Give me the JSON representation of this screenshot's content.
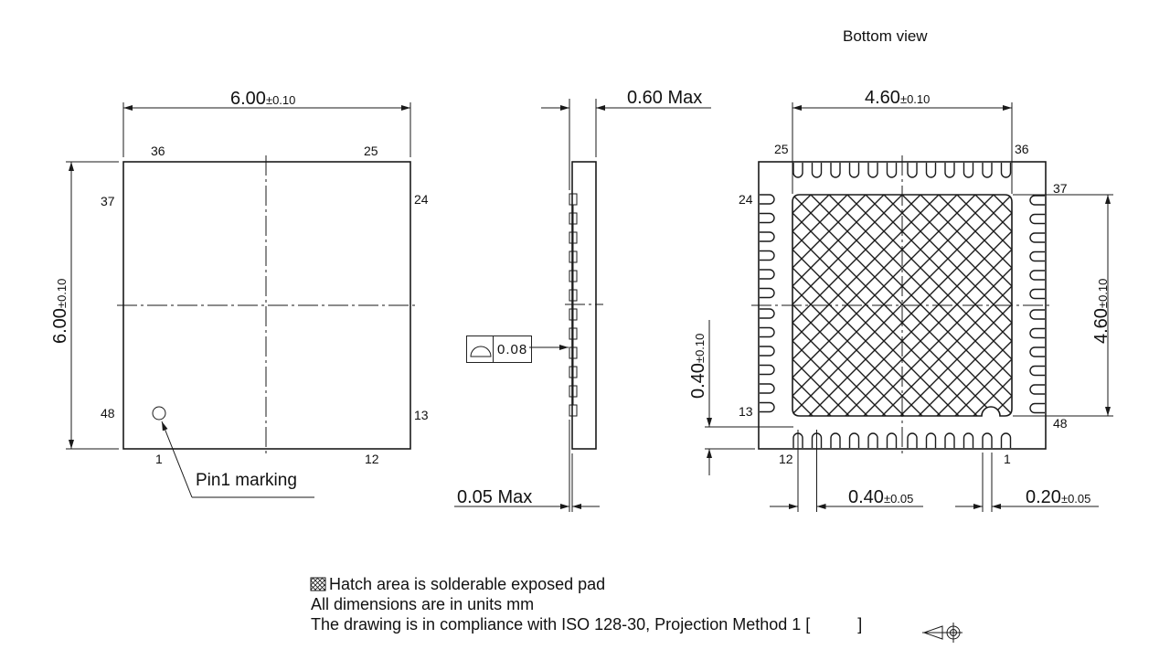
{
  "top_view": {
    "width_dim": "6.00",
    "width_tol": "±0.10",
    "height_dim": "6.00",
    "height_tol": "±0.10",
    "pins": {
      "tl_top": "36",
      "tr_top": "25",
      "tl_side": "37",
      "tr_side": "24",
      "bl_side": "48",
      "br_side": "13",
      "bl_bottom": "1",
      "br_bottom": "12"
    },
    "pin1_label": "Pin1 marking"
  },
  "side_view": {
    "thickness_dim": "0.60 Max",
    "standoff_dim": "0.05 Max",
    "coplanarity_symbol": "profile-of-surface-icon",
    "coplanarity_value": "0.08"
  },
  "bottom_view": {
    "title": "Bottom view",
    "pad_width_dim": "4.60",
    "pad_width_tol": "±0.10",
    "pad_height_dim": "4.60",
    "pad_height_tol": "±0.10",
    "lead_length_dim": "0.40",
    "lead_length_tol": "±0.10",
    "pitch_dim": "0.40",
    "pitch_tol": "±0.05",
    "lead_width_dim": "0.20",
    "lead_width_tol": "±0.05",
    "pins": {
      "top_left": "25",
      "top_right": "36",
      "right_top": "37",
      "right_bottom": "48",
      "left_top": "24",
      "left_bottom": "13",
      "bottom_left": "12",
      "bottom_right": "1"
    },
    "pads_per_side": 12
  },
  "notes": {
    "line1": "Hatch area is solderable exposed pad",
    "line2": "All dimensions are in units mm",
    "line3": "The drawing is in compliance with ISO 128-30, Projection Method 1 [",
    "line3_end": "]"
  }
}
